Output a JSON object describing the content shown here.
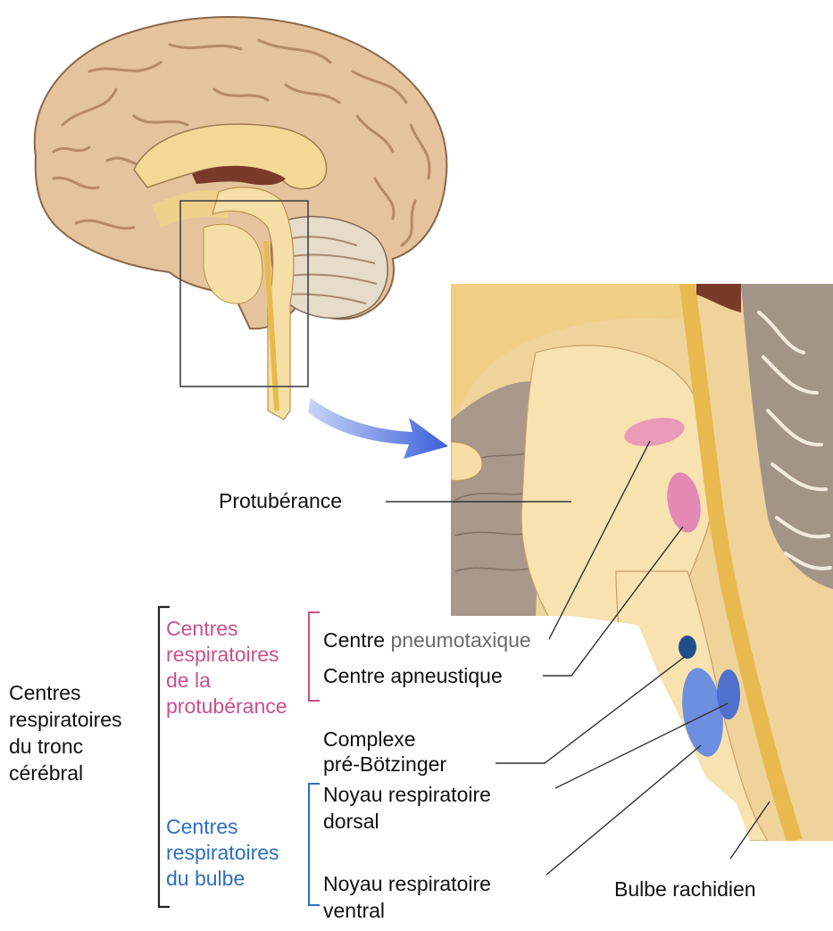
{
  "labels": {
    "protuberance": "Protubérance",
    "centre_pneumo_word": "Centre",
    "centre_pneumo_rest": "pneumotaxique",
    "centre_apneustique": "Centre apneustique",
    "complexe_line1": "Complexe",
    "complexe_line2": "pré-Bötzinger",
    "dorsal_line1": "Noyau respiratoire",
    "dorsal_line2": "dorsal",
    "ventral_line1": "Noyau respiratoire",
    "ventral_line2": "ventral",
    "bulbe_rachidien": "Bulbe rachidien"
  },
  "groups": {
    "tronc": [
      "Centres",
      "respiratoires",
      "du tronc",
      "cérébral"
    ],
    "protuberance": [
      "Centres",
      "respiratoires",
      "de la",
      "protubérance"
    ],
    "bulbe": [
      "Centres",
      "respiratoires",
      "du bulbe"
    ]
  },
  "colors": {
    "pink": "#c8508e",
    "blue": "#2d6fc0",
    "pneumo_nucleus": "#e89ab8",
    "apneustic_nucleus": "#e489b4",
    "dorsal_nucleus": "#5b7fd6",
    "ventral_nucleus": "#6d8fe0",
    "prebotz_nucleus": "#1f4f8a",
    "brainstem": "#f6dfa6",
    "brain_tissue": "#e3bf97",
    "arrow": "#4a6fe0"
  }
}
